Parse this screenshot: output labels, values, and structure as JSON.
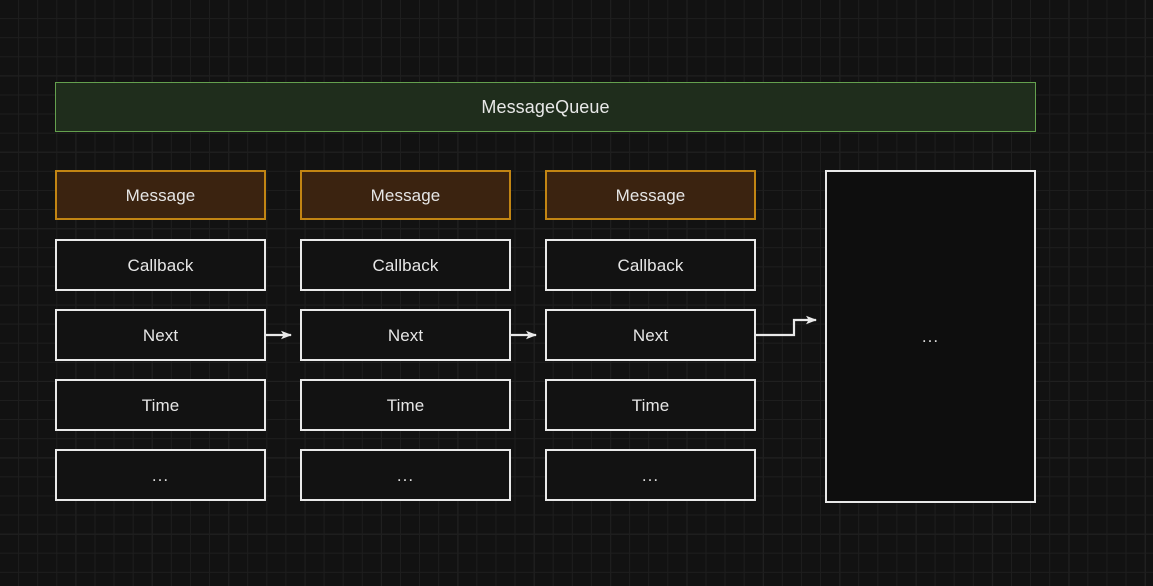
{
  "diagram": {
    "title": "MessageQueue",
    "background_color": "#121212",
    "grid_minor_color": "#1e1e1e",
    "grid_major_color": "#2b2b2b",
    "header": {
      "label": "MessageQueue",
      "fill_color": "#1f2d1c",
      "border_color": "#64a04e",
      "text_color": "#e8e8e8"
    },
    "message_style": {
      "fill_color": "#3b2310",
      "border_color": "#c28513",
      "text_color": "#e6e6e6"
    },
    "field_style": {
      "fill_color": "#121212",
      "border_color": "#e9e9e9",
      "text_color": "#e6e6e6"
    },
    "row_labels": [
      "Message",
      "Callback",
      "Next",
      "Time",
      "..."
    ],
    "columns": [
      {
        "id": "message-node-1",
        "cells": [
          {
            "label": "Message",
            "kind": "message"
          },
          {
            "label": "Callback",
            "kind": "field"
          },
          {
            "label": "Next",
            "kind": "field"
          },
          {
            "label": "Time",
            "kind": "field"
          },
          {
            "label": "...",
            "kind": "field"
          }
        ]
      },
      {
        "id": "message-node-2",
        "cells": [
          {
            "label": "Message",
            "kind": "message"
          },
          {
            "label": "Callback",
            "kind": "field"
          },
          {
            "label": "Next",
            "kind": "field"
          },
          {
            "label": "Time",
            "kind": "field"
          },
          {
            "label": "...",
            "kind": "field"
          }
        ]
      },
      {
        "id": "message-node-3",
        "cells": [
          {
            "label": "Message",
            "kind": "message"
          },
          {
            "label": "Callback",
            "kind": "field"
          },
          {
            "label": "Next",
            "kind": "field"
          },
          {
            "label": "Time",
            "kind": "field"
          },
          {
            "label": "...",
            "kind": "field"
          }
        ]
      }
    ],
    "continuation_box": {
      "label": "...",
      "border_color": "#e9e9e9",
      "fill_color": "#0e0e0e"
    },
    "connectors": [
      {
        "id": "next-1-to-2",
        "from": "message-node-1.Next",
        "to": "message-node-2.Next",
        "style": "straight-arrow",
        "color": "#e9e9e9"
      },
      {
        "id": "next-2-to-3",
        "from": "message-node-2.Next",
        "to": "message-node-3.Next",
        "style": "straight-arrow",
        "color": "#e9e9e9"
      },
      {
        "id": "next-3-to-more",
        "from": "message-node-3.Next",
        "to": "continuation-box",
        "style": "stepped-arrow",
        "color": "#e9e9e9"
      }
    ]
  }
}
